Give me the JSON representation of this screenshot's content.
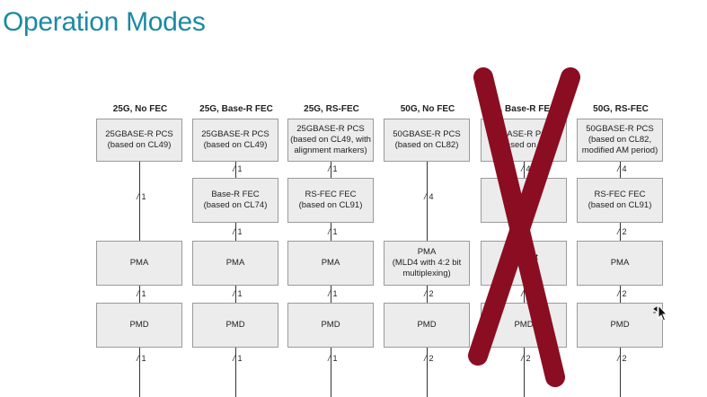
{
  "slide": {
    "title": "Operation Modes",
    "columns": [
      {
        "title": "25G, No FEC",
        "top": "25GBASE-R PCS\n(based on CL49)",
        "fec": "",
        "pma": "PMA",
        "pmd": "PMD",
        "lanes": [
          "1",
          "1",
          "1"
        ]
      },
      {
        "title": "25G, Base-R FEC",
        "top": "25GBASE-R PCS\n(based on CL49)",
        "fec": "Base-R FEC\n(based on CL74)",
        "pma": "PMA",
        "pmd": "PMD",
        "lanes": [
          "1",
          "1",
          "1",
          "1"
        ]
      },
      {
        "title": "25G, RS-FEC",
        "top": "25GBASE-R PCS\n(based on CL49, with\nalignment markers)",
        "fec": "RS-FEC FEC\n(based on CL91)",
        "pma": "PMA",
        "pmd": "PMD",
        "lanes": [
          "1",
          "1",
          "1",
          "1"
        ]
      },
      {
        "title": "50G, No FEC",
        "top": "50GBASE-R PCS\n(based on CL82)",
        "fec": "",
        "pma": "PMA\n(MLD4 with 4:2 bit\nmultiplexing)",
        "pmd": "PMD",
        "lanes": [
          "4",
          "2",
          "2"
        ]
      },
      {
        "title": "G, Base-R FEC",
        "top": "GBASE-R PCS\n(based on CL",
        "fec": "(ba         /4)",
        "pma": "(M             2 bit\n                   )",
        "pmd": "PMD",
        "lanes": [
          "4",
          "2",
          "2",
          "2"
        ]
      },
      {
        "title": "50G, RS-FEC",
        "top": "50GBASE-R PCS\n(based on CL82,\nmodified AM period)",
        "fec": "RS-FEC FEC\n(based on CL91)",
        "pma": "PMA",
        "pmd": "PMD",
        "lanes": [
          "4",
          "2",
          "2",
          "2"
        ]
      }
    ],
    "colors": {
      "title": "#1b8aa3",
      "cross": "#8b0d22",
      "box_fill": "#ececec",
      "box_border": "#9a9a9a"
    },
    "icons": {
      "cross_mark": "red-x-icon",
      "cursor": "move-cursor-icon"
    }
  }
}
